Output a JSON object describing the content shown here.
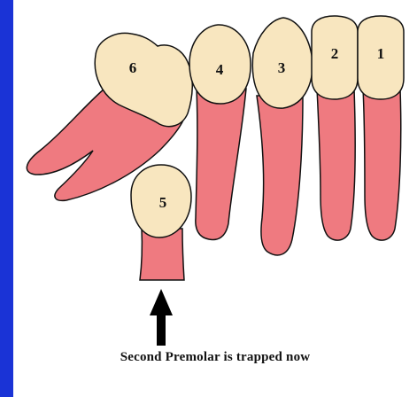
{
  "diagram": {
    "teeth": [
      {
        "id": "tooth-6",
        "label": "6"
      },
      {
        "id": "tooth-4",
        "label": "4"
      },
      {
        "id": "tooth-3",
        "label": "3"
      },
      {
        "id": "tooth-2",
        "label": "2"
      },
      {
        "id": "tooth-1",
        "label": "1"
      },
      {
        "id": "tooth-5",
        "label": "5"
      }
    ],
    "caption": "Second Premolar is trapped now",
    "colors": {
      "background": "#1a33d6",
      "panel": "#ffffff",
      "crown": "#f8e6bf",
      "root": "#ef7a80",
      "outline": "#111111"
    }
  }
}
